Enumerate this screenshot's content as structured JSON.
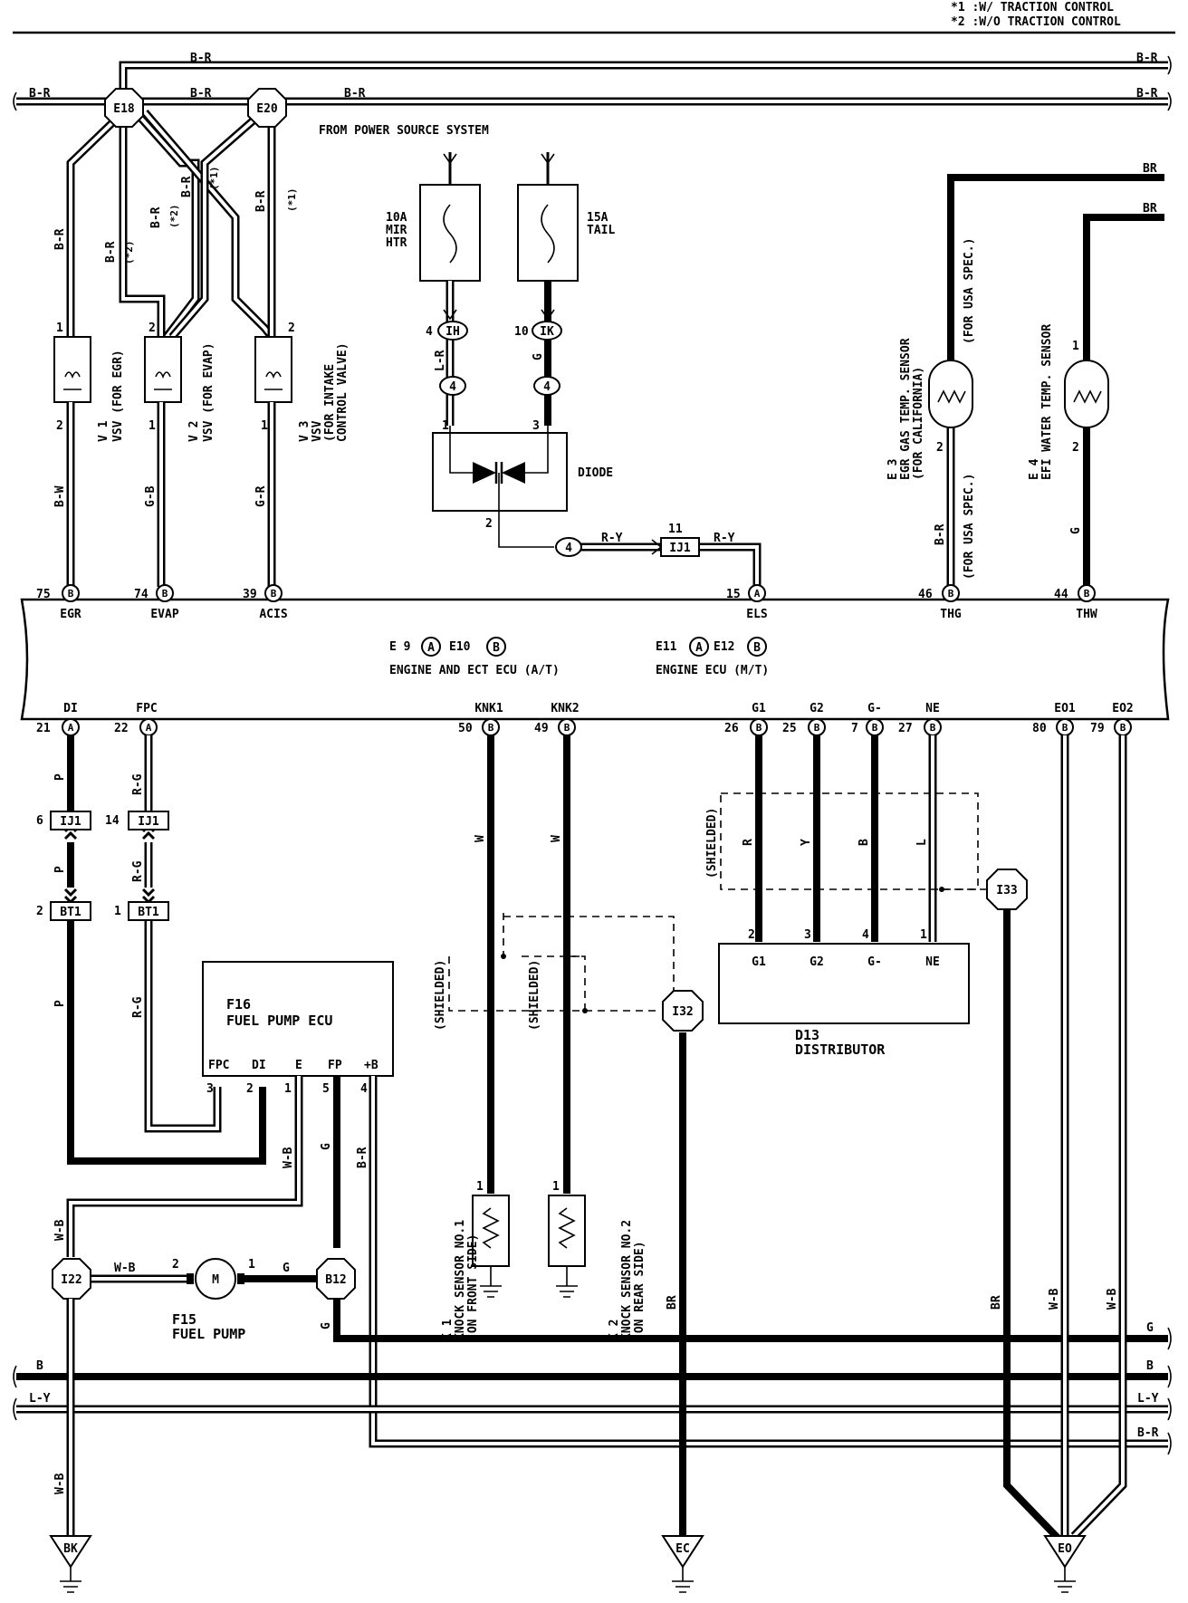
{
  "notes": {
    "n1": "*1 :W/ TRACTION CONTROL",
    "n2": "*2 :W/O TRACTION CONTROL"
  },
  "source_label": "FROM POWER SOURCE SYSTEM",
  "wire_colors": {
    "br": "B-R",
    "bw": "B-W",
    "gb": "G-B",
    "gr": "G-R",
    "lr": "L-R",
    "g": "G",
    "ry": "R-Y",
    "brn": "BR",
    "p": "P",
    "rg": "R-G",
    "w": "W",
    "wb": "W-B",
    "b": "B",
    "ly": "L-Y",
    "r": "R",
    "y": "Y",
    "l": "L"
  },
  "marks": {
    "s1": "(*1)",
    "s2": "(*2)"
  },
  "junctions": {
    "e18": "E18",
    "e20": "E20",
    "i22": "I22",
    "b12": "B12",
    "i32": "I32",
    "i33": "I33",
    "bk": "BK",
    "ec": "EC",
    "eo": "EO"
  },
  "connectors": {
    "ij1": "IJ1",
    "bt1": "BT1",
    "ih": "IH",
    "ik": "IK",
    "c4": "4"
  },
  "fuses": [
    {
      "line1": "10A",
      "line2": "MIR",
      "line3": "HTR"
    },
    {
      "line1": "15A",
      "line2": "TAIL"
    }
  ],
  "components": {
    "v1": {
      "id": "V 1",
      "name": "VSV (FOR EGR)"
    },
    "v2": {
      "id": "V 2",
      "name": "VSV (FOR EVAP)"
    },
    "v3": {
      "id": "V 3",
      "name": "VSV",
      "name2": "(FOR INTAKE",
      "name3": "CONTROL VALVE)"
    },
    "diode": "DIODE",
    "e3": {
      "id": "E 3",
      "name": "EGR GAS TEMP. SENSOR",
      "name2": "(FOR CALIFORNIA)"
    },
    "e4": {
      "id": "E 4",
      "name": "EFI WATER TEMP. SENSOR"
    },
    "f16": {
      "id": "F16",
      "name": "FUEL PUMP ECU"
    },
    "f15": {
      "id": "F15",
      "name": "FUEL PUMP"
    },
    "k1": {
      "id": "K 1",
      "name": "KNOCK SENSOR NO.1",
      "name2": "(ON FRONT SIDE)"
    },
    "k2": {
      "id": "K 2",
      "name": "KNOCK SENSOR NO.2",
      "name2": "(ON REAR SIDE)"
    },
    "d13": {
      "id": "D13",
      "name": "DISTRIBUTOR"
    }
  },
  "spec": {
    "usa": "(FOR USA SPEC.)"
  },
  "shielded": "(SHIELDED)",
  "ecu": {
    "conn_left": "E 9",
    "a": "A",
    "conn_mid": "E10",
    "b": "B",
    "title1": "ENGINE AND ECT ECU (A/T)",
    "conn_right1": "E11",
    "conn_right2": "E12",
    "title2": "ENGINE ECU (M/T)",
    "top_pins": [
      {
        "num": "75",
        "c": "B",
        "name": "EGR"
      },
      {
        "num": "74",
        "c": "B",
        "name": "EVAP"
      },
      {
        "num": "39",
        "c": "B",
        "name": "ACIS"
      },
      {
        "num": "15",
        "c": "A",
        "name": "ELS"
      },
      {
        "num": "46",
        "c": "B",
        "name": "THG"
      },
      {
        "num": "44",
        "c": "B",
        "name": "THW"
      }
    ],
    "bottom_pins": [
      {
        "num": "21",
        "c": "A",
        "name": "DI"
      },
      {
        "num": "22",
        "c": "A",
        "name": "FPC"
      },
      {
        "num": "50",
        "c": "B",
        "name": "KNK1"
      },
      {
        "num": "49",
        "c": "B",
        "name": "KNK2"
      },
      {
        "num": "26",
        "c": "B",
        "name": "G1"
      },
      {
        "num": "25",
        "c": "B",
        "name": "G2"
      },
      {
        "num": "7",
        "c": "B",
        "name": "G-"
      },
      {
        "num": "27",
        "c": "B",
        "name": "NE"
      },
      {
        "num": "80",
        "c": "B",
        "name": "EO1"
      },
      {
        "num": "79",
        "c": "B",
        "name": "EO2"
      }
    ]
  },
  "pins": {
    "p1": "1",
    "p2": "2",
    "p3": "3",
    "p4": "4",
    "p5": "5",
    "p6": "6",
    "p10": "10",
    "p11": "11",
    "p14": "14",
    "fpc": "FPC",
    "di": "DI",
    "e": "E",
    "fp": "FP",
    "plusb": "+B",
    "g1": "G1",
    "g2": "G2",
    "gm": "G-",
    "ne": "NE",
    "m": "M"
  }
}
